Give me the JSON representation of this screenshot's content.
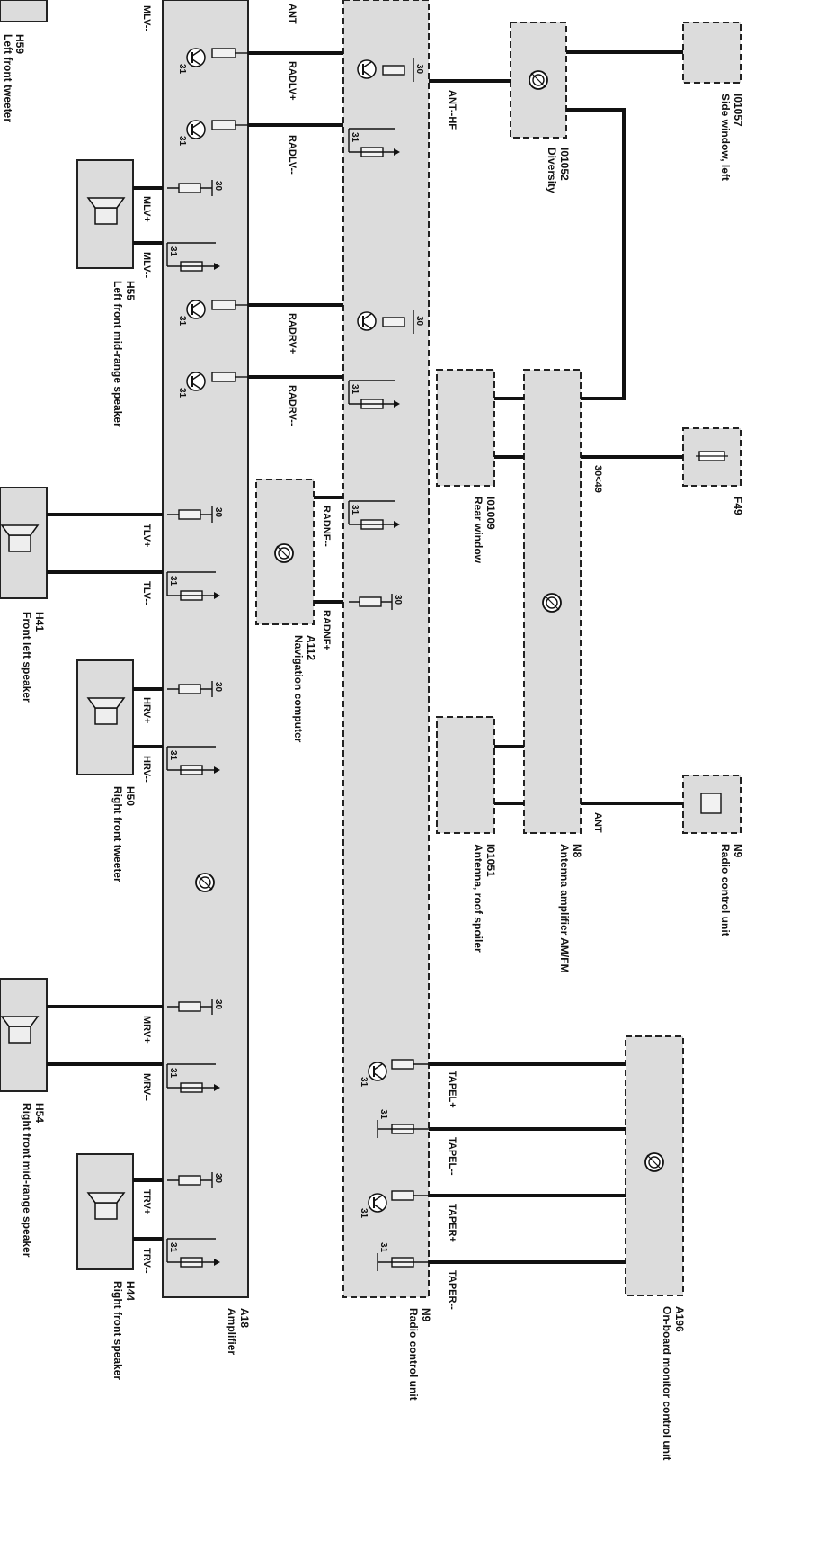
{
  "components": {
    "h59": {
      "id": "H59",
      "name": "Left front tweeter"
    },
    "h55": {
      "id": "H55",
      "name": "Left front mid-range speaker"
    },
    "h41": {
      "id": "H41",
      "name": "Front left speaker"
    },
    "h50": {
      "id": "H50",
      "name": "Right front tweeter"
    },
    "h54": {
      "id": "H54",
      "name": "Right front mid-range speaker"
    },
    "h44": {
      "id": "H44",
      "name": "Right front speaker"
    },
    "a18": {
      "id": "A18",
      "name": "Amplifier"
    },
    "a112": {
      "id": "A112",
      "name": "Navigation computer"
    },
    "n9_main": {
      "id": "N9",
      "name": "Radio control unit"
    },
    "i01057": {
      "id": "I01057",
      "name": "Side window, left"
    },
    "i01052": {
      "id": "I01052",
      "name": "Diversity"
    },
    "i01009": {
      "id": "I01009",
      "name": "Rear window"
    },
    "n8": {
      "id": "N8",
      "name": "Antenna amplifier AM/FM"
    },
    "f49": {
      "id": "F49"
    },
    "n9_side": {
      "id": "N9",
      "name": "Radio control unit"
    },
    "i01051": {
      "id": "I01051",
      "name": "Antenna, roof spoiler"
    },
    "a196": {
      "id": "A196",
      "name": "On-board monitor control unit"
    }
  },
  "signals": {
    "mlv_minus_top": "MLV--",
    "ant": "ANT",
    "radlv_plus": "RADLV+",
    "radlv_minus": "RADLV--",
    "ant_hf": "ANT--HF",
    "mlv_plus": "MLV+",
    "mlv_minus": "MLV--",
    "radrv_plus": "RADRV+",
    "radrv_minus": "RADRV--",
    "tlv_plus": "TLV+",
    "tlv_minus": "TLV--",
    "radnf_minus": "RADNF--",
    "radnf_plus": "RADNF+",
    "hrv_plus": "HRV+",
    "hrv_minus": "HRV--",
    "mrv_plus": "MRV+",
    "mrv_minus": "MRV--",
    "trv_plus": "TRV+",
    "trv_minus": "TRV--",
    "tapel_plus": "TAPEL+",
    "tapel_minus": "TAPEL--",
    "taper_plus": "TAPER+",
    "taper_minus": "TAPER--",
    "ant_n9": "ANT",
    "f49_pin": "30<49"
  },
  "pins": {
    "p30": "30",
    "p31": "31"
  }
}
